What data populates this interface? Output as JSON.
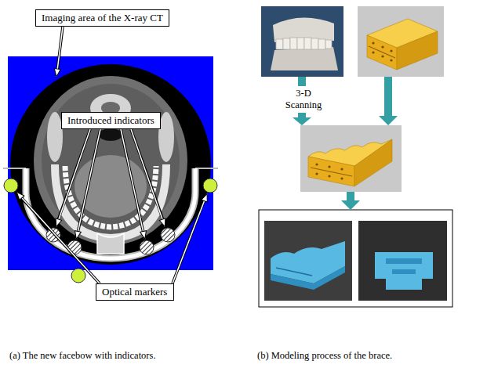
{
  "diagram": {
    "nodes": [
      {
        "text": [
          "Imaging area of the X-ray CT"
        ]
      },
      {
        "text": [
          "Introduced indicators"
        ]
      },
      {
        "text": [
          "Optical markers"
        ]
      }
    ],
    "labels": [
      "3-D Scanning",
      "(a) The new facebow with indicators.",
      "(b) Modeling process of the brace."
    ]
  }
}
